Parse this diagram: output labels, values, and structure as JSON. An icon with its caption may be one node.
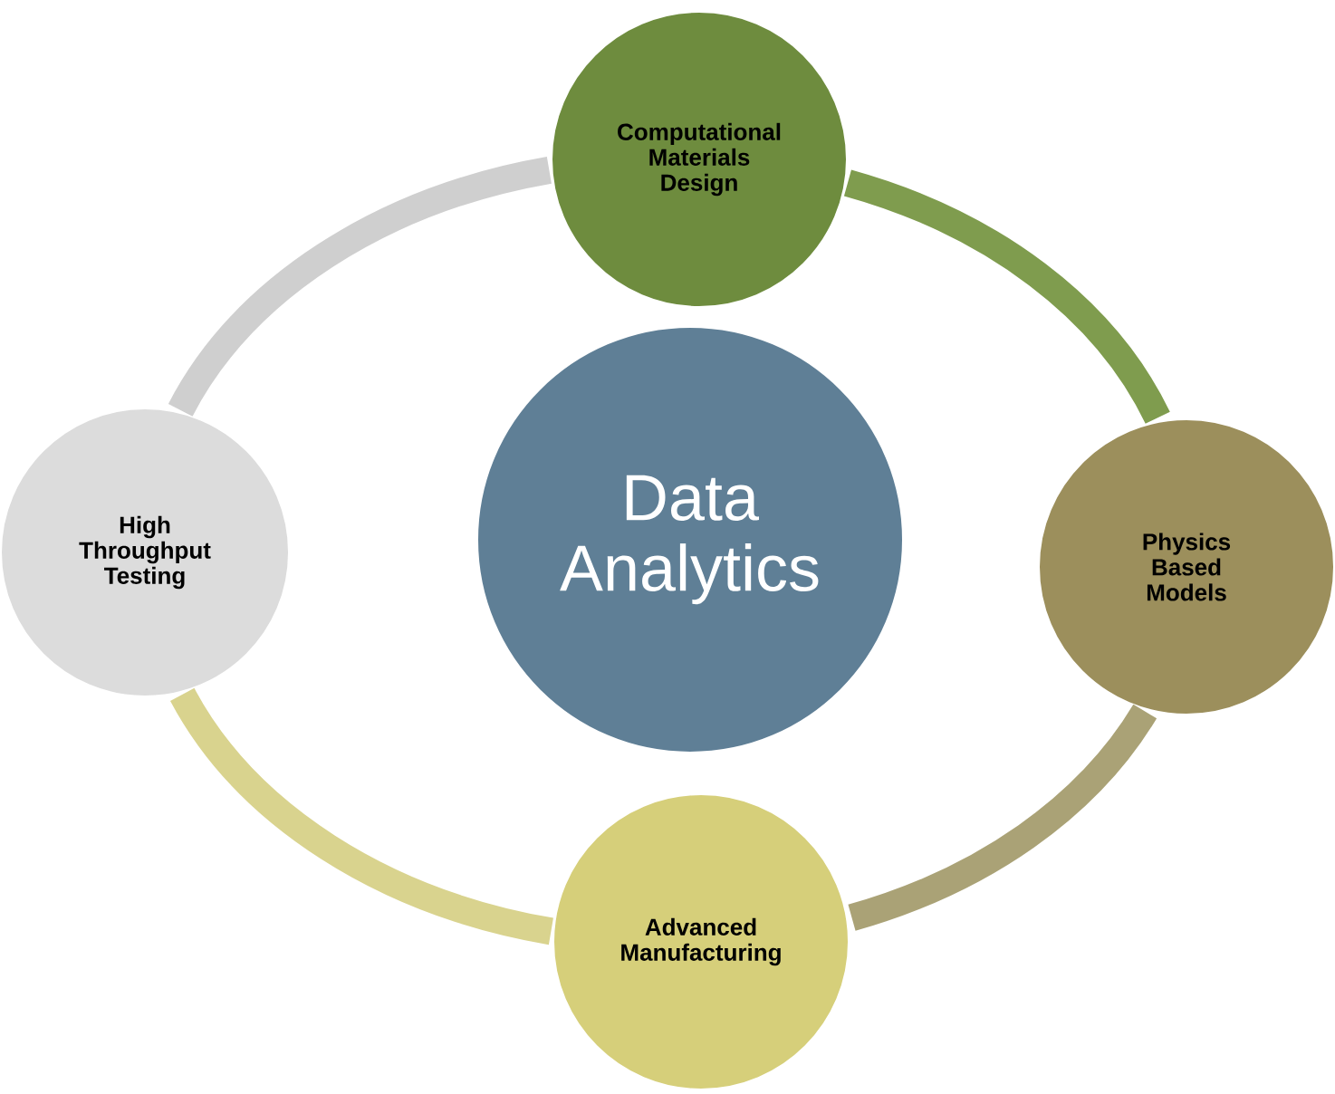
{
  "diagram": {
    "nodes": [
      {
        "text": [
          "Computational Materials Design"
        ]
      },
      {
        "text": [
          "High Throughput Testing"
        ]
      },
      {
        "text": [
          "Data Analytics"
        ]
      },
      {
        "text": [
          "Physics Based Models"
        ]
      },
      {
        "text": [
          "Advanced Manufacturing"
        ]
      }
    ],
    "edges": [
      {
        "from": 0,
        "to": 3,
        "arrow": "none",
        "color": "#7f9c4e"
      },
      {
        "from": 3,
        "to": 4,
        "arrow": "none",
        "color": "#aaa276"
      },
      {
        "from": 4,
        "to": 1,
        "arrow": "none",
        "color": "#d9d38e"
      },
      {
        "from": 1,
        "to": 0,
        "arrow": "none",
        "color": "#cfcfcf"
      }
    ]
  }
}
